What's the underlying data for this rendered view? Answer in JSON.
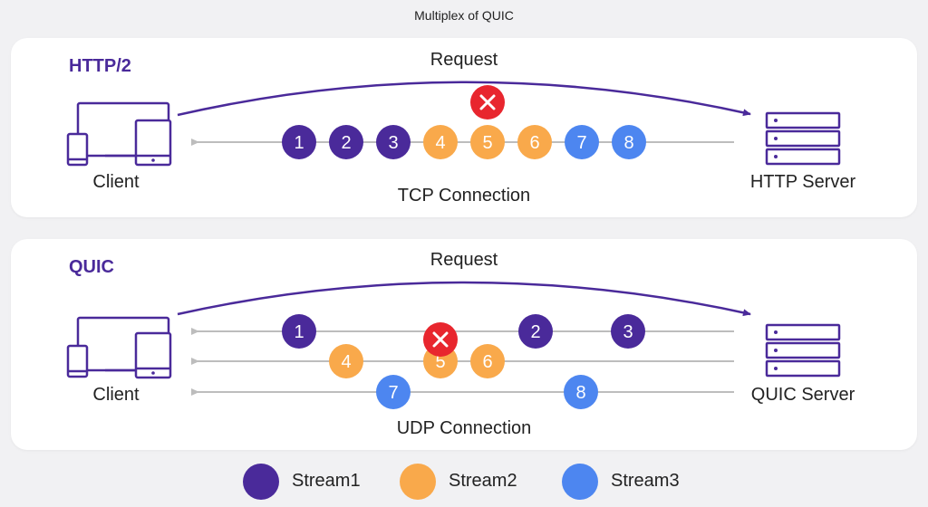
{
  "title": "Multiplex of QUIC",
  "colors": {
    "stream1": "#4a2a9a",
    "stream2": "#f9a94b",
    "stream3": "#4d86f0",
    "error": "#e8262e",
    "arrow": "#4a2a9a",
    "line": "#bdbdbd"
  },
  "http2": {
    "title": "HTTP/2",
    "request_label": "Request",
    "client_label": "Client",
    "server_label": "HTTP Server",
    "connection_label": "TCP Connection",
    "packets": [
      {
        "label": "1",
        "stream": "stream1"
      },
      {
        "label": "2",
        "stream": "stream1"
      },
      {
        "label": "3",
        "stream": "stream1"
      },
      {
        "label": "4",
        "stream": "stream2"
      },
      {
        "label": "5",
        "stream": "stream2",
        "lost": true
      },
      {
        "label": "6",
        "stream": "stream2"
      },
      {
        "label": "7",
        "stream": "stream3"
      },
      {
        "label": "8",
        "stream": "stream3"
      }
    ]
  },
  "quic": {
    "title": "QUIC",
    "request_label": "Request",
    "client_label": "Client",
    "server_label": "QUIC Server",
    "connection_label": "UDP Connection",
    "lanes": [
      {
        "packets": [
          {
            "label": "1",
            "stream": "stream1"
          },
          {
            "label": "2",
            "stream": "stream1"
          },
          {
            "label": "3",
            "stream": "stream1"
          }
        ]
      },
      {
        "packets": [
          {
            "label": "4",
            "stream": "stream2"
          },
          {
            "label": "5",
            "stream": "stream2",
            "lost": true
          },
          {
            "label": "6",
            "stream": "stream2"
          }
        ]
      },
      {
        "packets": [
          {
            "label": "7",
            "stream": "stream3"
          },
          {
            "label": "8",
            "stream": "stream3"
          }
        ]
      }
    ]
  },
  "legend": [
    {
      "label": "Stream1",
      "stream": "stream1"
    },
    {
      "label": "Stream2",
      "stream": "stream2"
    },
    {
      "label": "Stream3",
      "stream": "stream3"
    }
  ]
}
